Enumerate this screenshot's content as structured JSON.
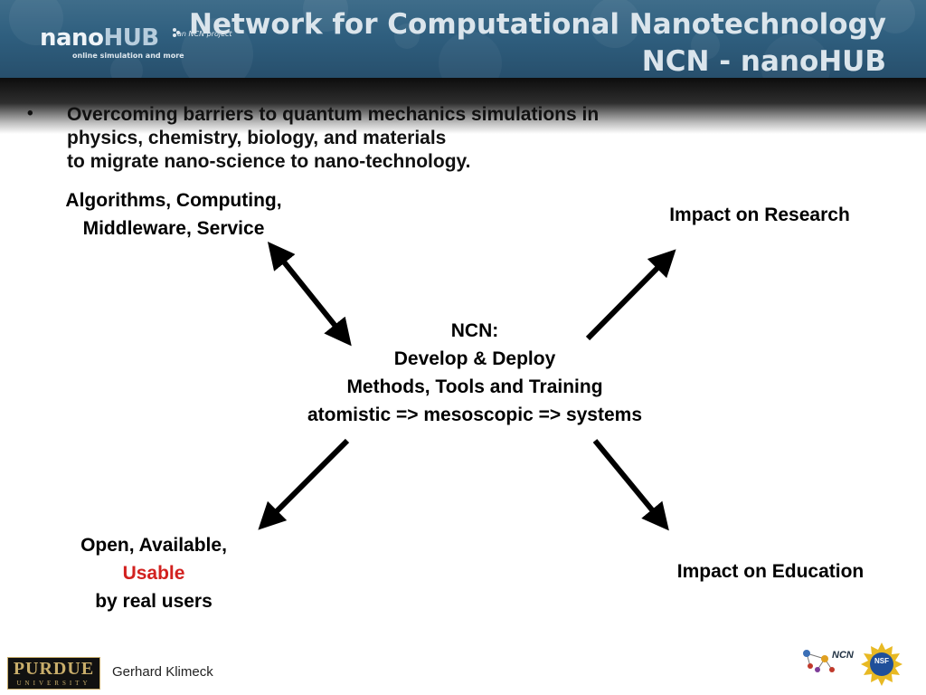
{
  "header": {
    "logo_main": "nano",
    "logo_hub": "HUB",
    "logo_subtitle": "online simulation and more",
    "ncn_tag": "an NCN project",
    "title_line1": "Network for Computational Nanotechnology",
    "title_line2": "NCN - nanoHUB"
  },
  "bullet": {
    "symbol": "•",
    "lines": [
      "Overcoming barriers to quantum mechanics simulations in",
      "physics, chemistry, biology, and materials",
      "to migrate nano-science to nano-technology."
    ]
  },
  "diagram": {
    "top_left": [
      "Algorithms, Computing,",
      "Middleware, Service"
    ],
    "top_right": "Impact on Research",
    "center": [
      "NCN:",
      "Develop & Deploy",
      "Methods, Tools and Training",
      "atomistic => mesoscopic => systems"
    ],
    "bottom_left": {
      "line1": "Open, Available,",
      "line2": "Usable",
      "line3": "by real users"
    },
    "bottom_right": "Impact on Education",
    "highlight_color": "#d2211f"
  },
  "footer": {
    "author": "Gerhard Klimeck",
    "purdue_main": "PURDUE",
    "purdue_sub": "UNIVERSITY",
    "ncn_logo_text": "NCN",
    "nsf_text": "NSF"
  }
}
